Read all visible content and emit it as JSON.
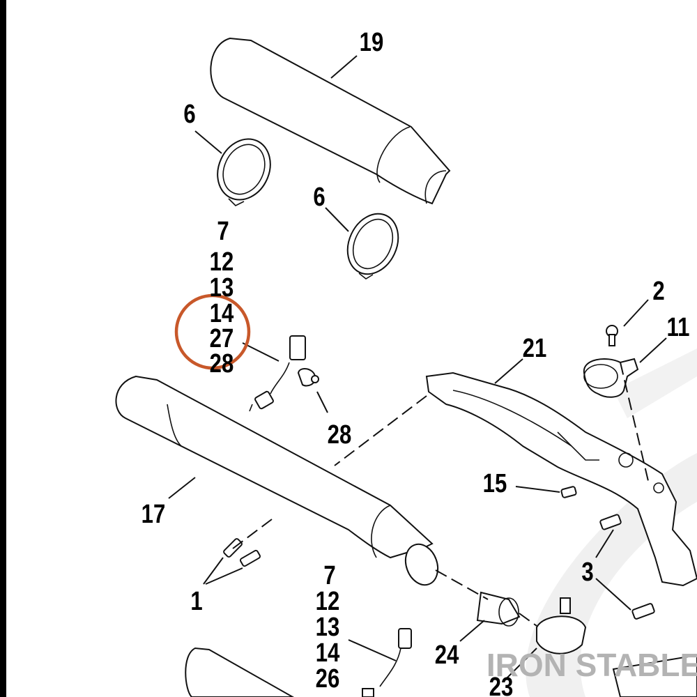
{
  "diagram": {
    "highlight_color": "#C8582A",
    "line_color": "#111111",
    "watermark": "IRON STABLE",
    "labels": {
      "p19": "19",
      "p6a": "6",
      "p6b": "6",
      "c1_7": "7",
      "c1_12": "12",
      "c1_13": "13",
      "c1_14": "14",
      "c1_27": "27",
      "c1_28": "28",
      "p28": "28",
      "p2": "2",
      "p11": "11",
      "p21": "21",
      "p15": "15",
      "p17": "17",
      "p3": "3",
      "p1": "1",
      "c2_7": "7",
      "c2_12": "12",
      "c2_13": "13",
      "c2_14": "14",
      "c2_26": "26",
      "p24": "24",
      "p23": "23"
    }
  }
}
